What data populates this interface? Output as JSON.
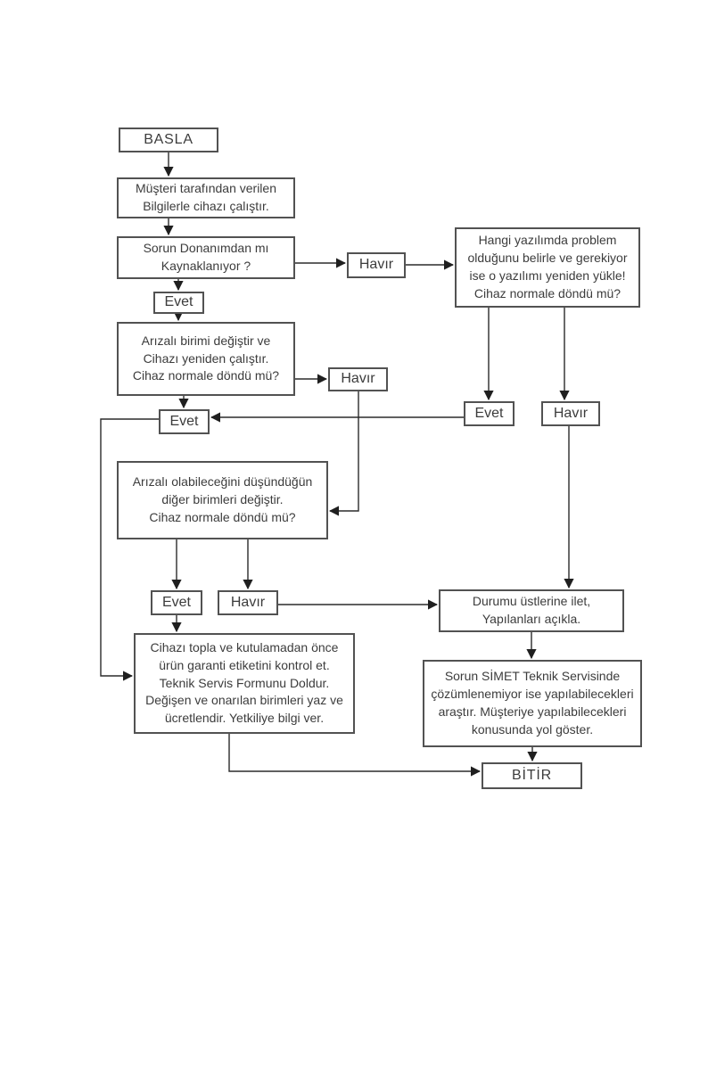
{
  "page": {
    "background_color": "#ffffff",
    "border_color": "#525252",
    "line_color": "#2b2b2b",
    "text_color": "#3c3c3c"
  },
  "flowchart": {
    "type": "troubleshooting-flowchart",
    "language": "tr",
    "nodes": {
      "basla": "BASLA",
      "musteri": "Müşteri tarafından verilen\nBilgilerle cihazı çalıştır.",
      "sorun": "Sorun Donanımdan mı\nKaynaklanıyor ?",
      "evet1": "Evet",
      "arizali1": "Arızalı birimi değiştir ve\nCihazı yeniden çalıştır.\nCihaz normale döndü mü?",
      "havir1": "Havır",
      "hangi": "Hangi yazılımda problem\nolduğunu belirle ve gerekiyor\nise o yazılımı yeniden yükle!\nCihaz normale döndü mü?",
      "havir2": "Havır",
      "evet2": "Evet",
      "havir3": "Havır",
      "evet3": "Evet",
      "arizali2": "Arızalı olabileceğini düşündüğün\ndiğer birimleri değiştir.\nCihaz normale döndü mü?",
      "evet4": "Evet",
      "havir4": "Havır",
      "durumu": "Durumu üstlerine ilet,\nYapılanları açıkla.",
      "topla": "Cihazı topla ve kutulamadan önce\nürün garanti etiketini kontrol et.\nTeknik Servis Formunu Doldur.\nDeğişen ve onarılan birimleri yaz ve\nücretlendir. Yetkiliye bilgi ver.",
      "simet": "Sorun SİMET Teknik Servisinde\nçözümlenemiyor ise yapılabilecekleri\naraştır. Müşteriye yapılabilecekleri\nkonusunda yol göster.",
      "bitir": "BİTİR"
    },
    "edges": [
      {
        "from": "basla",
        "to": "musteri"
      },
      {
        "from": "musteri",
        "to": "sorun"
      },
      {
        "from": "sorun",
        "to": "evet1"
      },
      {
        "from": "sorun",
        "to": "havir1"
      },
      {
        "from": "havir1",
        "to": "hangi"
      },
      {
        "from": "evet1",
        "to": "arizali1"
      },
      {
        "from": "arizali1",
        "to": "havir2"
      },
      {
        "from": "arizali1",
        "to": "evet3"
      },
      {
        "from": "hangi",
        "to": "evet2"
      },
      {
        "from": "hangi",
        "to": "havir3"
      },
      {
        "from": "evet2",
        "to": "evet3"
      },
      {
        "from": "havir2",
        "to": "arizali2"
      },
      {
        "from": "havir3",
        "to": "durumu"
      },
      {
        "from": "evet3",
        "to": "topla"
      },
      {
        "from": "arizali2",
        "to": "evet4"
      },
      {
        "from": "arizali2",
        "to": "havir4"
      },
      {
        "from": "evet4",
        "to": "topla"
      },
      {
        "from": "havir4",
        "to": "durumu"
      },
      {
        "from": "durumu",
        "to": "simet"
      },
      {
        "from": "simet",
        "to": "bitir"
      },
      {
        "from": "topla",
        "to": "bitir"
      }
    ]
  }
}
